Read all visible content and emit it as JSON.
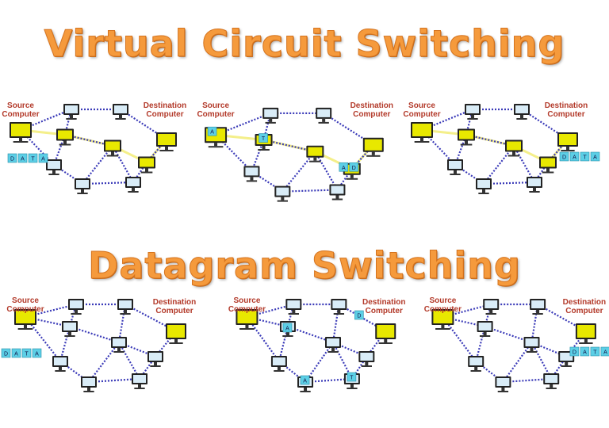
{
  "titles": {
    "virtual_circuit": "Virtual Circuit Switching",
    "datagram": "Datagram Switching"
  },
  "labels": {
    "source": [
      "Source",
      "Computer"
    ],
    "destination": [
      "Destination",
      "Computer"
    ]
  },
  "colors": {
    "title": "#f59a3c",
    "link": "#3a3ab8",
    "circuit_path": "#f4ef8a",
    "highlight_node": "#e8e800",
    "normal_node": "#d9ecf7",
    "packet": "#5ccfe6",
    "label": "#b33a2a"
  },
  "panels": [
    {
      "section": "vc",
      "stage": 1,
      "packets": [
        {
          "at": "src",
          "text": "D A T A"
        }
      ]
    },
    {
      "section": "vc",
      "stage": 2,
      "packets": [
        {
          "at": "src-screen",
          "text": "A"
        },
        {
          "at": "n1",
          "text": "T"
        },
        {
          "at": "n3",
          "text": "A"
        },
        {
          "at": "n3b",
          "text": "D"
        }
      ]
    },
    {
      "section": "vc",
      "stage": 3,
      "packets": [
        {
          "at": "dst",
          "text": "D A T A"
        }
      ]
    },
    {
      "section": "dg",
      "stage": 1,
      "packets": [
        {
          "at": "src",
          "text": "D A T A"
        }
      ]
    },
    {
      "section": "dg",
      "stage": 2,
      "packets": [
        {
          "at": "a",
          "text": "A"
        },
        {
          "at": "d",
          "text": "D"
        },
        {
          "at": "b",
          "text": "A"
        },
        {
          "at": "c",
          "text": "T"
        }
      ]
    },
    {
      "section": "dg",
      "stage": 3,
      "packets": [
        {
          "at": "dst",
          "text": "D A T A"
        }
      ]
    }
  ]
}
